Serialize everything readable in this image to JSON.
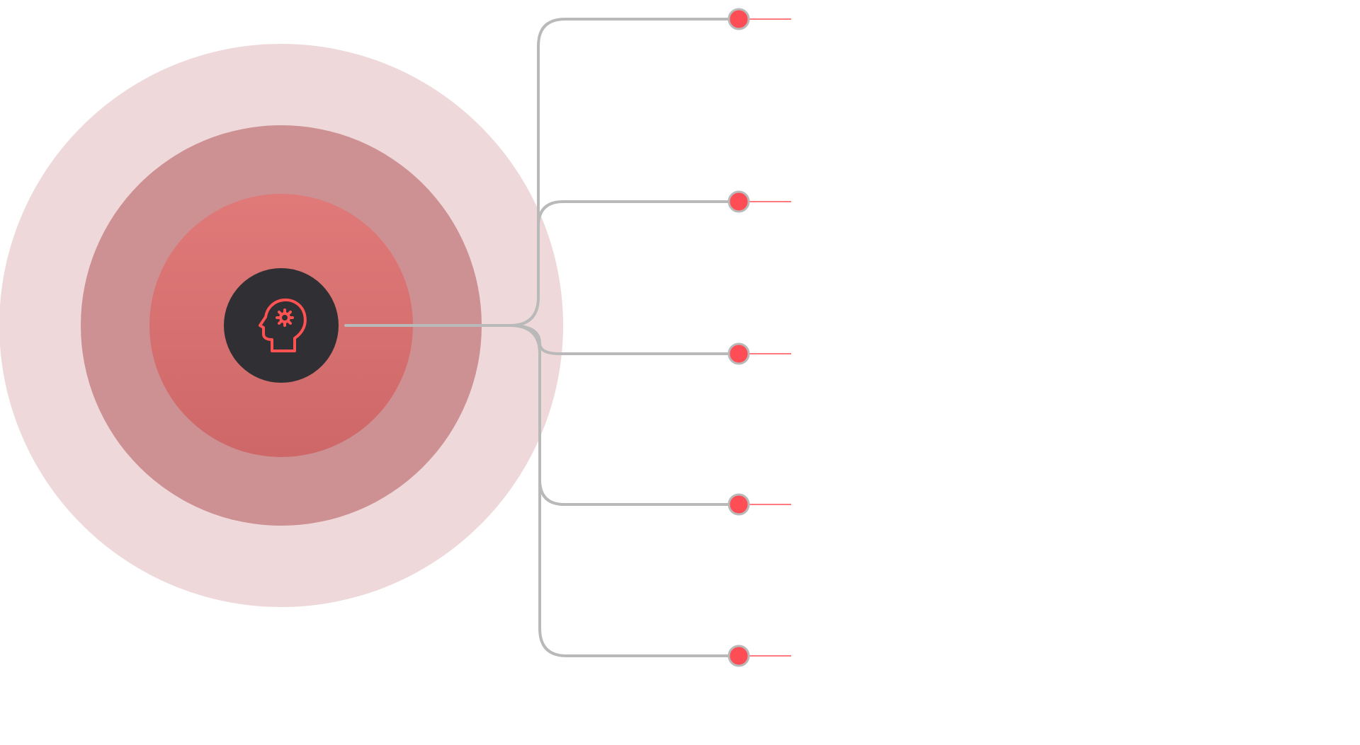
{
  "theme": {
    "outer_ring_color": "#eed8d9",
    "middle_ring_color": "#cd9194",
    "inner_ring_top_color": "#e07a79",
    "inner_ring_bottom_color": "#ce6868",
    "hub_color": "#303034",
    "icon_color": "#ff5252",
    "connector_color": "#b9b9b9",
    "node_color": "#ff4d55",
    "pointer_line_color": "#ff4d55"
  },
  "hub": {
    "icon": "head-gear-icon"
  },
  "branches": [
    {
      "id": "branch-1",
      "label": ""
    },
    {
      "id": "branch-2",
      "label": ""
    },
    {
      "id": "branch-3",
      "label": ""
    },
    {
      "id": "branch-4",
      "label": ""
    },
    {
      "id": "branch-5",
      "label": ""
    }
  ]
}
